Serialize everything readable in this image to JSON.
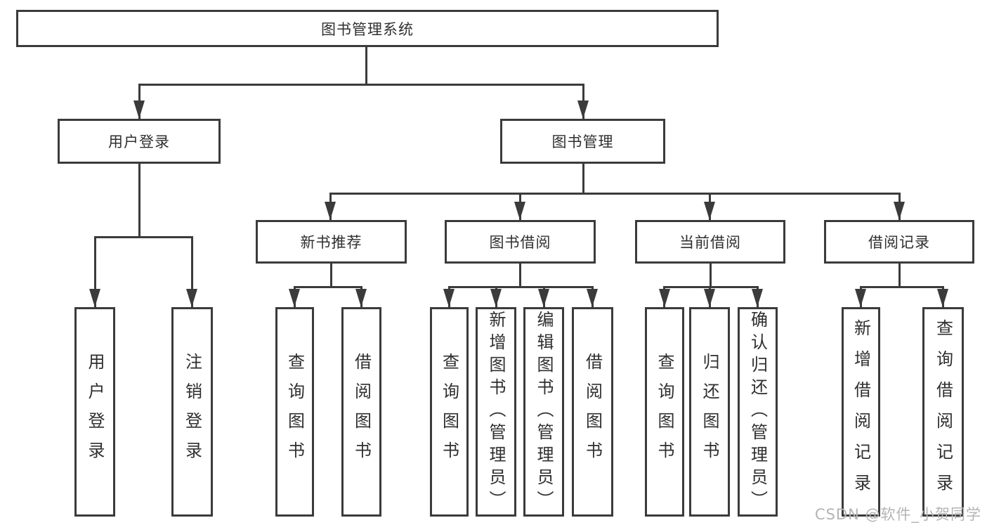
{
  "tree": {
    "label": "图书管理系统",
    "children": [
      {
        "label": "用户登录",
        "children": [
          {
            "label": "用户登录"
          },
          {
            "label": "注销登录"
          }
        ]
      },
      {
        "label": "图书管理",
        "children": [
          {
            "label": "新书推荐",
            "children": [
              {
                "label": "查询图书"
              },
              {
                "label": "借阅图书"
              }
            ]
          },
          {
            "label": "图书借阅",
            "children": [
              {
                "label": "查询图书"
              },
              {
                "label": "新增图书（管理员）"
              },
              {
                "label": "编辑图书（管理员）"
              },
              {
                "label": "借阅图书"
              }
            ]
          },
          {
            "label": "当前借阅",
            "children": [
              {
                "label": "查询图书"
              },
              {
                "label": "归还图书"
              },
              {
                "label": "确认归还（管理员）"
              }
            ]
          },
          {
            "label": "借阅记录",
            "children": [
              {
                "label": "新增借阅记录"
              },
              {
                "label": "查询借阅记录"
              }
            ]
          }
        ]
      }
    ]
  },
  "watermark": "CSDN @软件_小贺同学",
  "colors": {
    "line": "#3b3b3b",
    "text": "#2f2f2f",
    "watermark": "#b4b4b4",
    "background": "#ffffff"
  }
}
